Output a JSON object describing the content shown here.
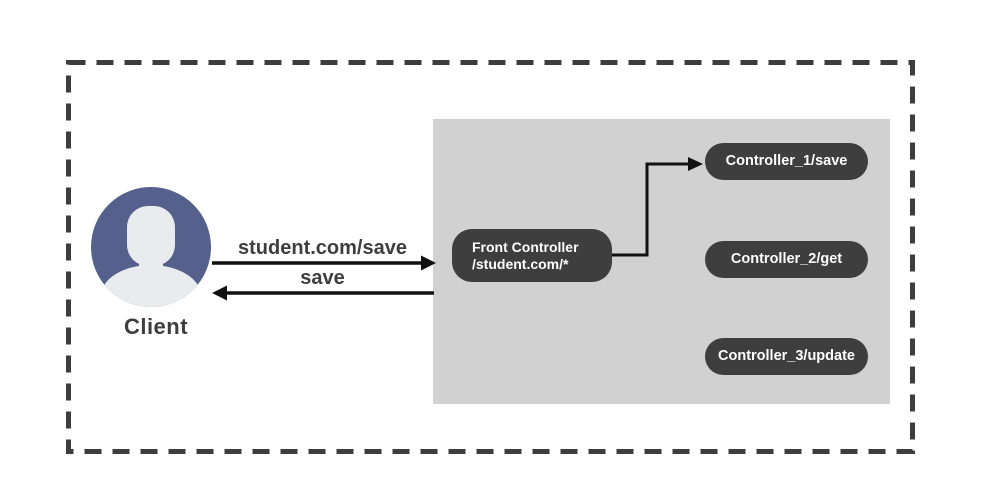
{
  "diagram": {
    "client": {
      "label": "Client"
    },
    "request_label": "student.com/save",
    "response_label": "save",
    "front_controller": {
      "line1": "Front Controller",
      "line2": "/student.com/*"
    },
    "controllers": [
      {
        "label": "Controller_1/save"
      },
      {
        "label": "Controller_2/get"
      },
      {
        "label": "Controller_3/update"
      }
    ],
    "colors": {
      "panel": "#d1d1d1",
      "node_dark": "#3e3e3e",
      "avatar_blue": "#55618c",
      "avatar_silhouette": "#e8ecef",
      "arrow": "#111111",
      "border": "#3d3d3d",
      "text_dark": "#3e3e3e",
      "node_text": "#ffffff",
      "background": "#ffffff"
    }
  }
}
